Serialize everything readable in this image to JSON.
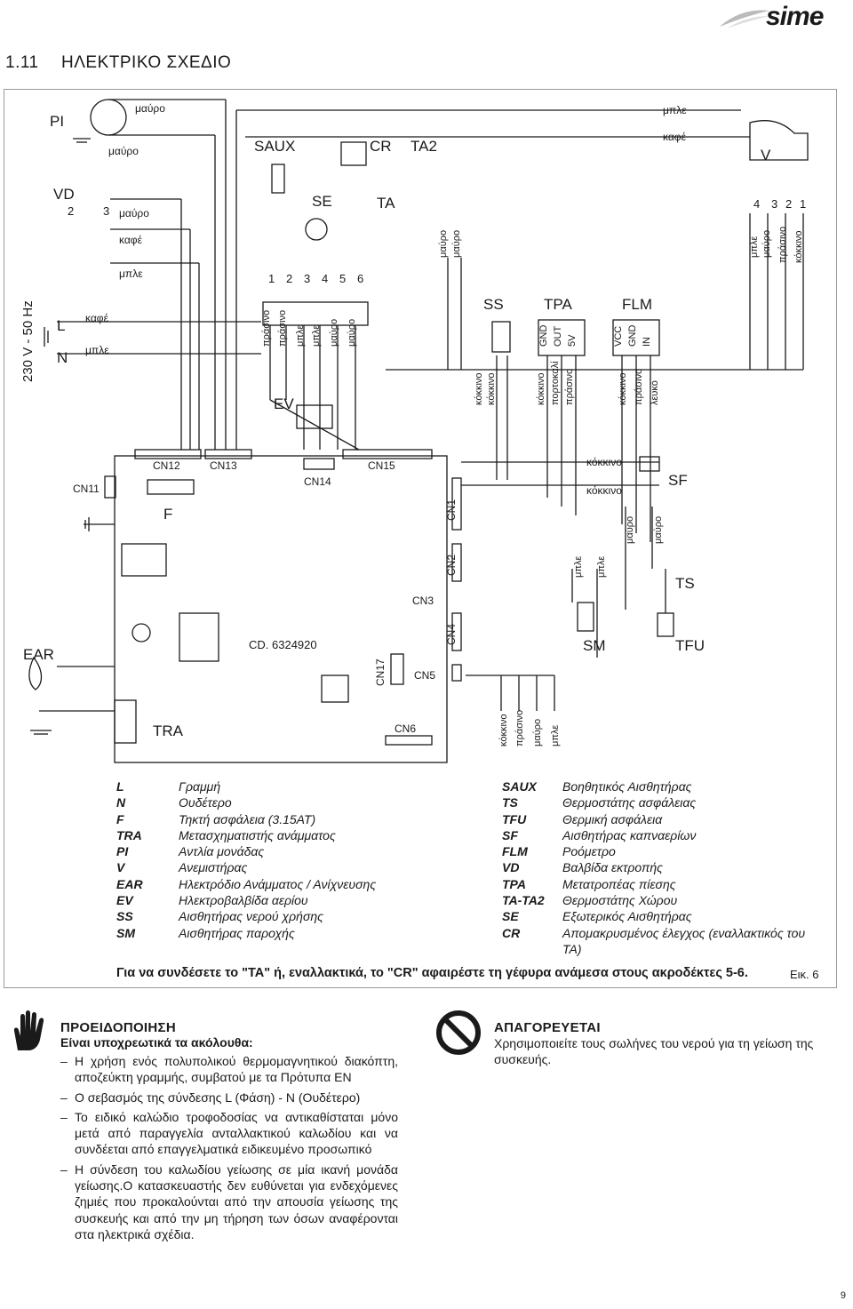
{
  "brand": {
    "logo": "sime"
  },
  "section": {
    "number": "1.11",
    "title": "ΗΛΕΚΤΡΙΚΟ ΣΧΕΔΙΟ"
  },
  "diagram": {
    "power_label": "230 V - 50 Hz",
    "board_code": "CD. 6324920",
    "components": {
      "PI": "PI",
      "VD": "VD",
      "SAUX": "SAUX",
      "SE": "SE",
      "CR": "CR",
      "TA": "TA",
      "TA2": "TA2",
      "V": "V",
      "SS": "SS",
      "TPA": "TPA",
      "FLM": "FLM",
      "EV": "EV",
      "SF": "SF",
      "TS": "TS",
      "SM": "SM",
      "TFU": "TFU",
      "EAR": "EAR",
      "TRA": "TRA",
      "F": "F",
      "L": "L",
      "N": "N"
    },
    "connectors": {
      "CN1": "CN1",
      "CN2": "CN2",
      "CN3": "CN3",
      "CN4": "CN4",
      "CN5": "CN5",
      "CN6": "CN6",
      "CN11": "CN11",
      "CN12": "CN12",
      "CN13": "CN13",
      "CN14": "CN14",
      "CN15": "CN15",
      "CN17": "CN17"
    },
    "terminal_numbers": [
      "1",
      "2",
      "3",
      "4",
      "5",
      "6"
    ],
    "fan_pins": [
      "4",
      "3",
      "2",
      "1"
    ],
    "vd_pins": [
      "2",
      "3"
    ],
    "tpa_pins": [
      "GND",
      "OUT",
      "5V"
    ],
    "flm_pins": [
      "VCC",
      "GND",
      "IN"
    ],
    "wire_colors": {
      "black": "μαύρο",
      "brown": "καφέ",
      "blue": "μπλε",
      "green": "πράσινο",
      "red": "κόκκινο",
      "orange": "πορτοκαλί",
      "white": "λευκό"
    }
  },
  "legend_left": [
    {
      "key": "L",
      "value": "Γραμμή"
    },
    {
      "key": "N",
      "value": "Ουδέτερο"
    },
    {
      "key": "F",
      "value": "Τηκτή ασφάλεια (3.15AT)"
    },
    {
      "key": "TRA",
      "value": "Μετασχηματιστής ανάμματος"
    },
    {
      "key": "PI",
      "value": "Αντλία μονάδας"
    },
    {
      "key": "V",
      "value": "Ανεμιστήρας"
    },
    {
      "key": "EAR",
      "value": "Ηλεκτρόδιο Ανάμματος / Ανίχνευσης"
    },
    {
      "key": "EV",
      "value": "Ηλεκτροβαλβίδα αερίου"
    },
    {
      "key": "SS",
      "value": "Αισθητήρας νερού χρήσης"
    },
    {
      "key": "SM",
      "value": "Αισθητήρας παροχής"
    }
  ],
  "legend_right": [
    {
      "key": "SAUX",
      "value": "Βοηθητικός Αισθητήρας"
    },
    {
      "key": "TS",
      "value": "Θερμοστάτης ασφάλειας"
    },
    {
      "key": "TFU",
      "value": "Θερμική ασφάλεια"
    },
    {
      "key": "SF",
      "value": "Αισθητήρας καπναερίων"
    },
    {
      "key": "FLM",
      "value": "Ροόμετρο"
    },
    {
      "key": "VD",
      "value": "Βαλβίδα εκτροπής"
    },
    {
      "key": "TPA",
      "value": "Μετατροπέας πίεσης"
    },
    {
      "key": "TA-TA2",
      "value": "Θερμοστάτης Χώρου"
    },
    {
      "key": "SE",
      "value": "Εξωτερικός Αισθητήρας"
    },
    {
      "key": "CR",
      "value": "Απομακρυσμένος έλεγχος (εναλλακτικός του ΤΑ)"
    }
  ],
  "note": "Για να συνδέσετε το \"TA\" ή, εναλλακτικά, το \"CR\" αφαιρέστε τη γέφυρα ανάμεσα στους ακροδέκτες 5-6.",
  "figure_label": "Εικ. 6",
  "warning": {
    "title": "ΠΡΟΕΙΔΟΠΟΙΗΣΗ",
    "subtitle": "Είναι υποχρεωτικά τα ακόλουθα:",
    "items": [
      "Η χρήση ενός πολυπολικού θερμομαγνητικού διακόπτη, αποζεύκτη γραμμής, συμβατού με τα Πρότυπα ΕΝ",
      "Ο σεβασμός της σύνδεσης L (Φάση) - N (Ουδέτερο)",
      "Το ειδικό καλώδιο τροφοδοσίας να αντικαθίσταται μόνο μετά από παραγγελία ανταλλακτικού καλωδίου και να συνδέεται από επαγγελματικά ειδικευμένο προσωπικό",
      "Η σύνδεση του καλωδίου γείωσης σε μία ικανή μονάδα γείωσης.Ο κατασκευαστής δεν ευθύνεται για ενδεχόμενες ζημιές που προκαλούνται από την απουσία γείωσης της συσκευής και από την μη τήρηση των όσων αναφέρονται στα ηλεκτρικά σχέδια."
    ]
  },
  "prohibited": {
    "title": "ΑΠΑΓΟΡΕΥΕΤΑΙ",
    "text": "Χρησιμοποιείτε τους σωλήνες του νερού για τη γείωση της συσκευής."
  },
  "page_number": "9"
}
